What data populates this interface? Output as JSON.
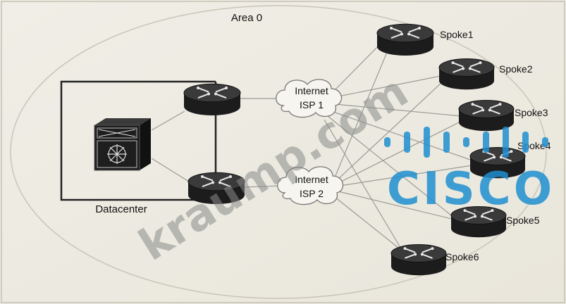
{
  "diagram": {
    "area_label": "Area 0",
    "datacenter_label": "Datacenter",
    "clouds": [
      {
        "id": "isp1",
        "line1": "Internet",
        "line2": "ISP 1"
      },
      {
        "id": "isp2",
        "line1": "Internet",
        "line2": "ISP 2"
      }
    ],
    "spokes": [
      "Spoke1",
      "Spoke2",
      "Spoke3",
      "Spoke4",
      "Spoke5",
      "Spoke6"
    ]
  },
  "watermark": {
    "text": "kraump.com",
    "brand": "CISCO",
    "brand_color": "#1f8fd0"
  },
  "colors": {
    "router_body": "#1c1c1c",
    "router_top": "#3a3a3a",
    "link": "#9a9a96",
    "frame": "#222222"
  }
}
